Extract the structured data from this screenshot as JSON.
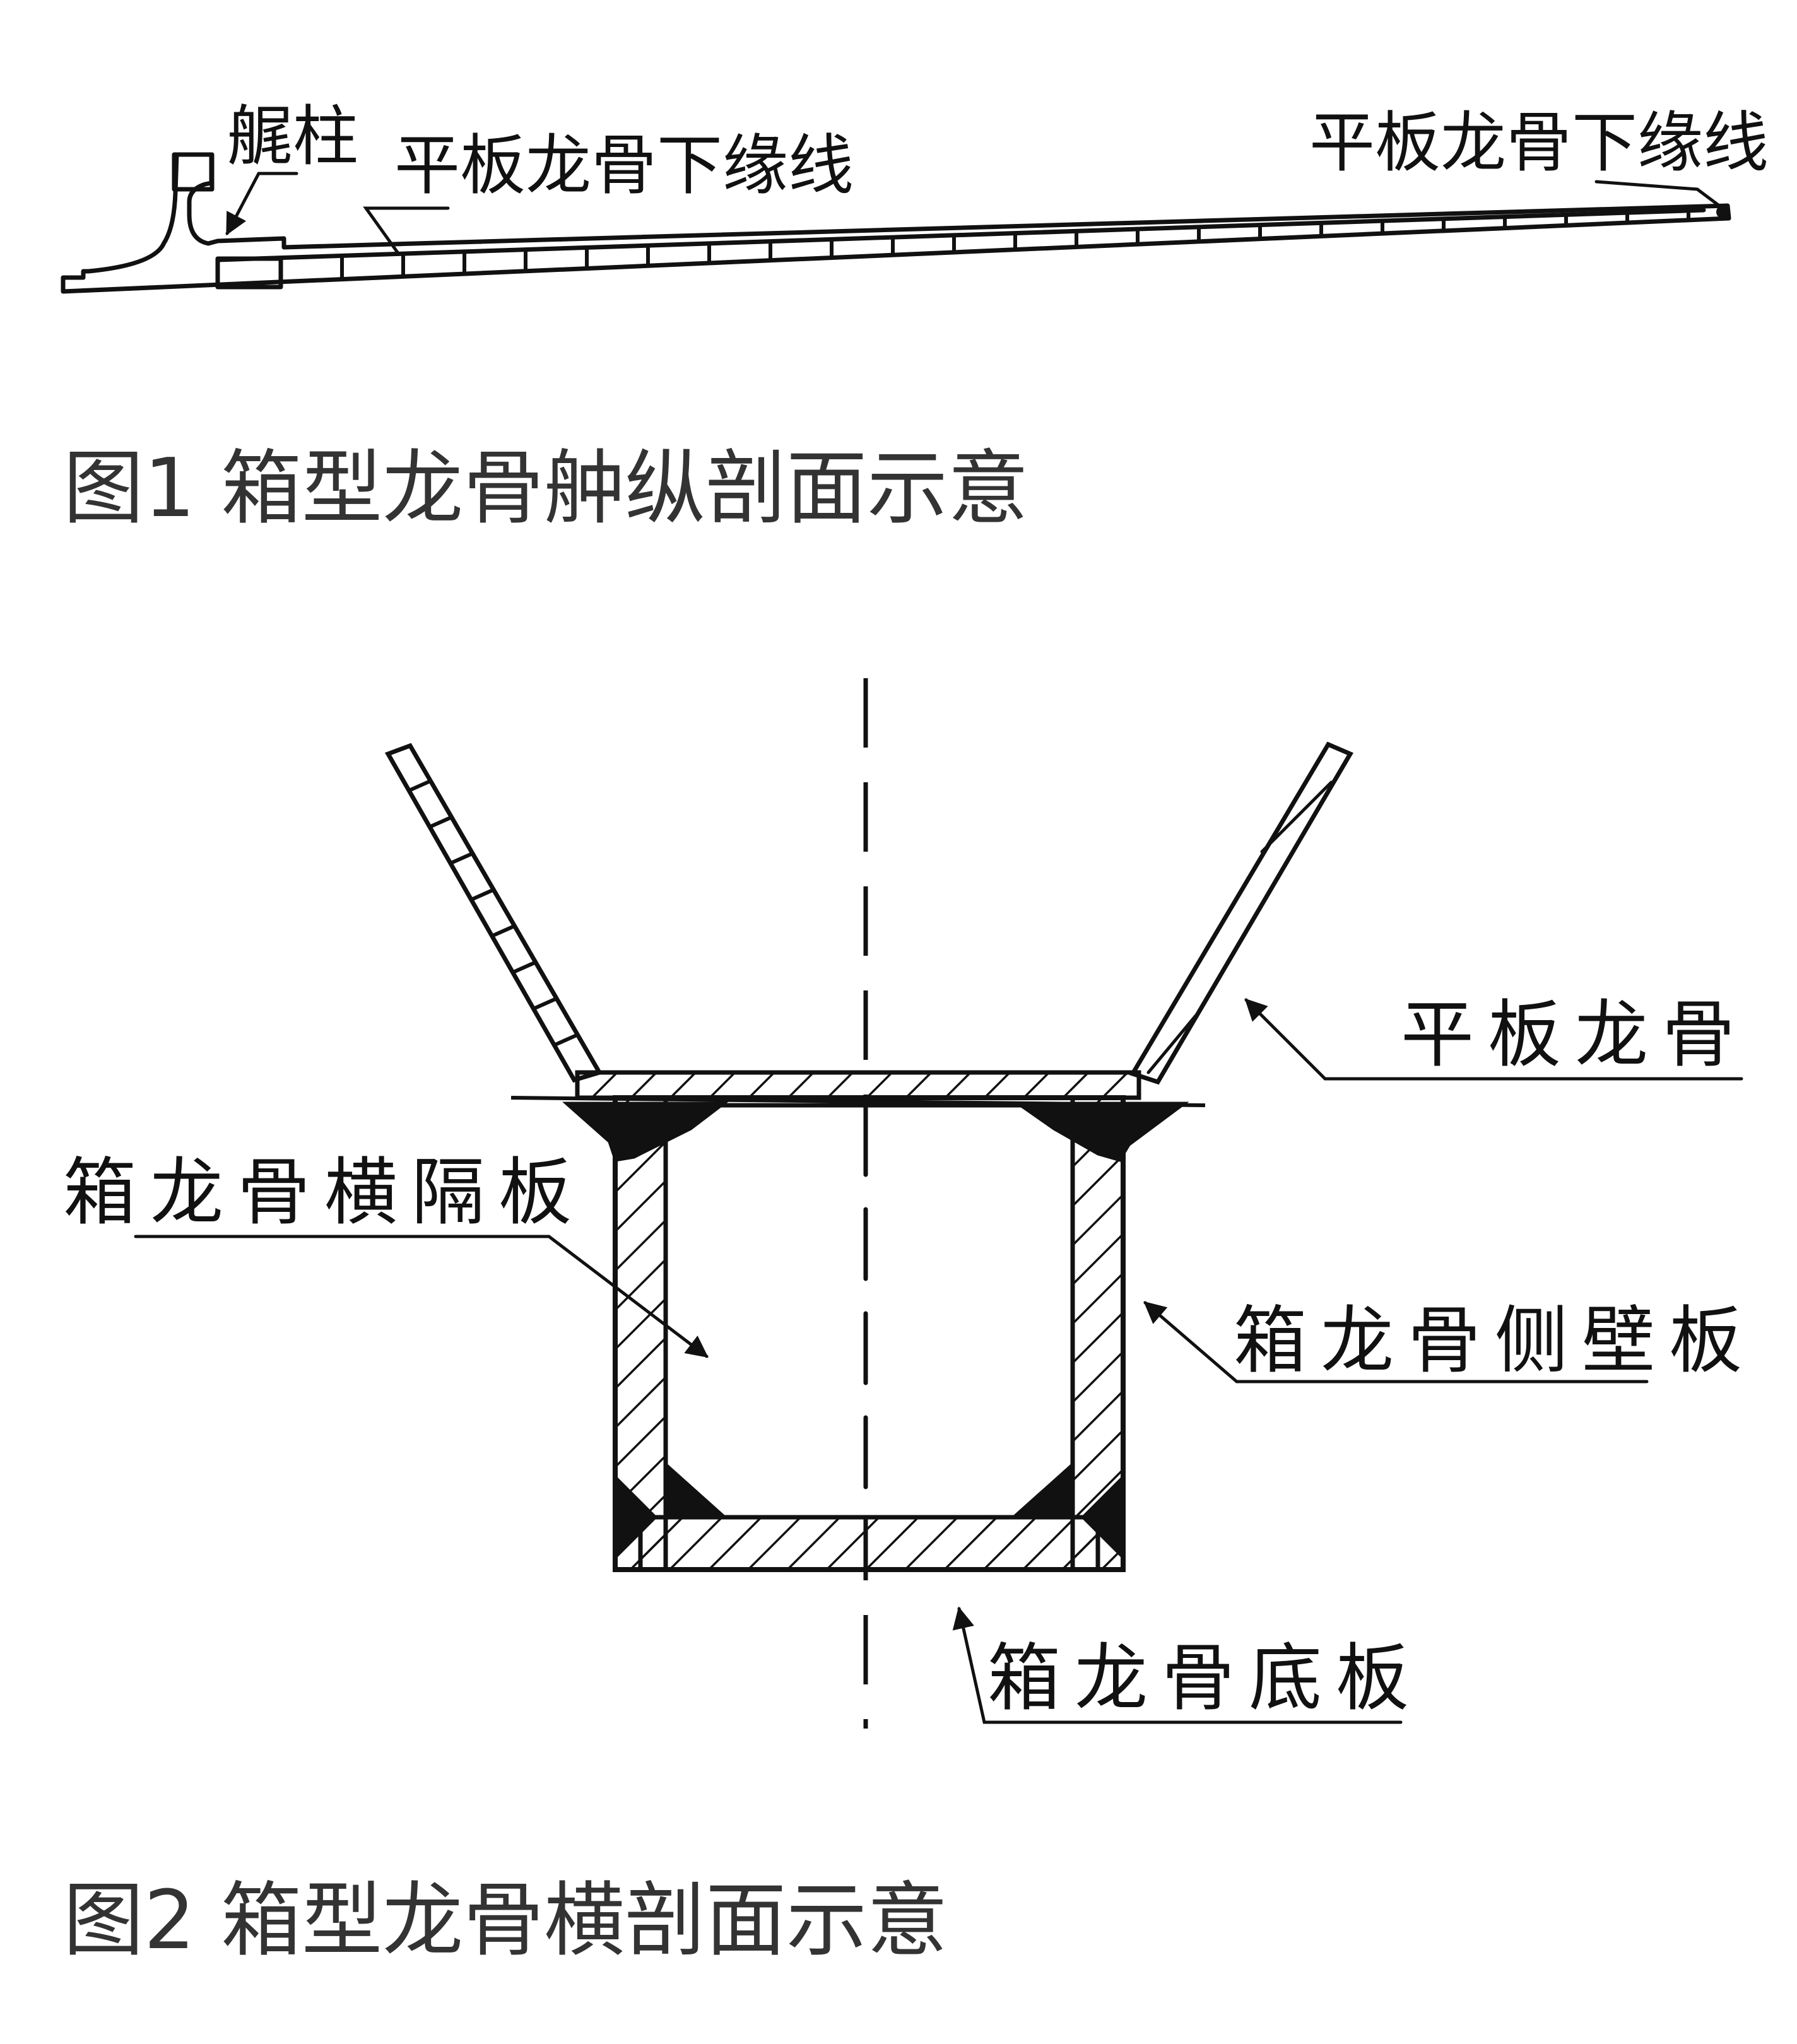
{
  "figure1": {
    "caption": "图1 箱型龙骨舯纵剖面示意",
    "labels": {
      "stem": "艉柱",
      "flat_keel_lower_edge_left": "平板龙骨下缘线",
      "flat_keel_lower_edge_right": "平板龙骨下缘线"
    }
  },
  "figure2": {
    "caption": "图2 箱型龙骨横剖面示意",
    "labels": {
      "flat_keel": "平板龙骨",
      "transverse_bulkhead": "箱龙骨横隔板",
      "side_wall": "箱龙骨侧壁板",
      "bottom_plate": "箱龙骨底板"
    }
  }
}
